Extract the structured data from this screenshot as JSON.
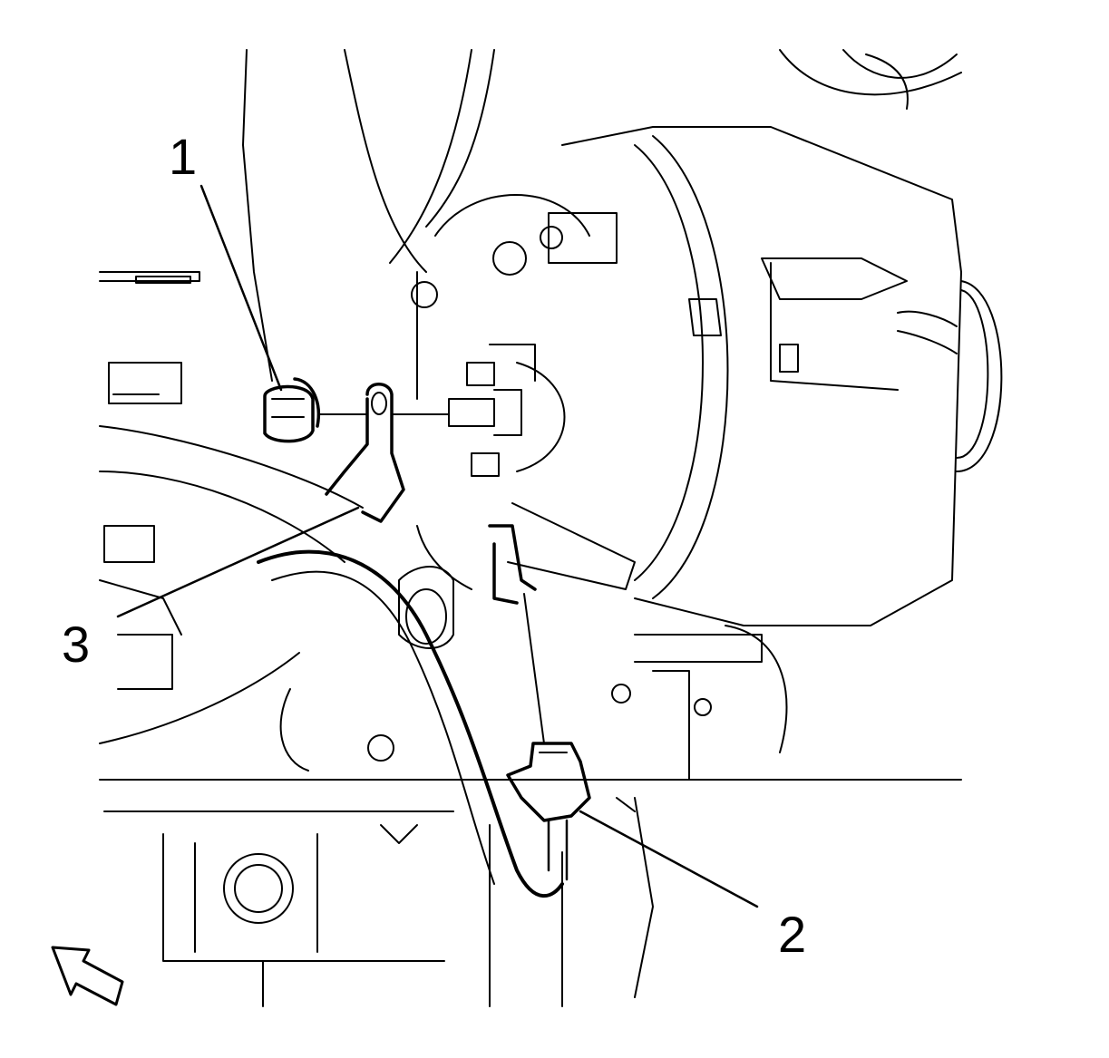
{
  "diagram": {
    "callouts": [
      {
        "id": "1",
        "label": "1"
      },
      {
        "id": "2",
        "label": "2"
      },
      {
        "id": "3",
        "label": "3"
      }
    ],
    "icons": {
      "direction": "forward-direction-arrow-icon"
    },
    "colors": {
      "ink": "#000000",
      "paper": "#ffffff"
    }
  }
}
